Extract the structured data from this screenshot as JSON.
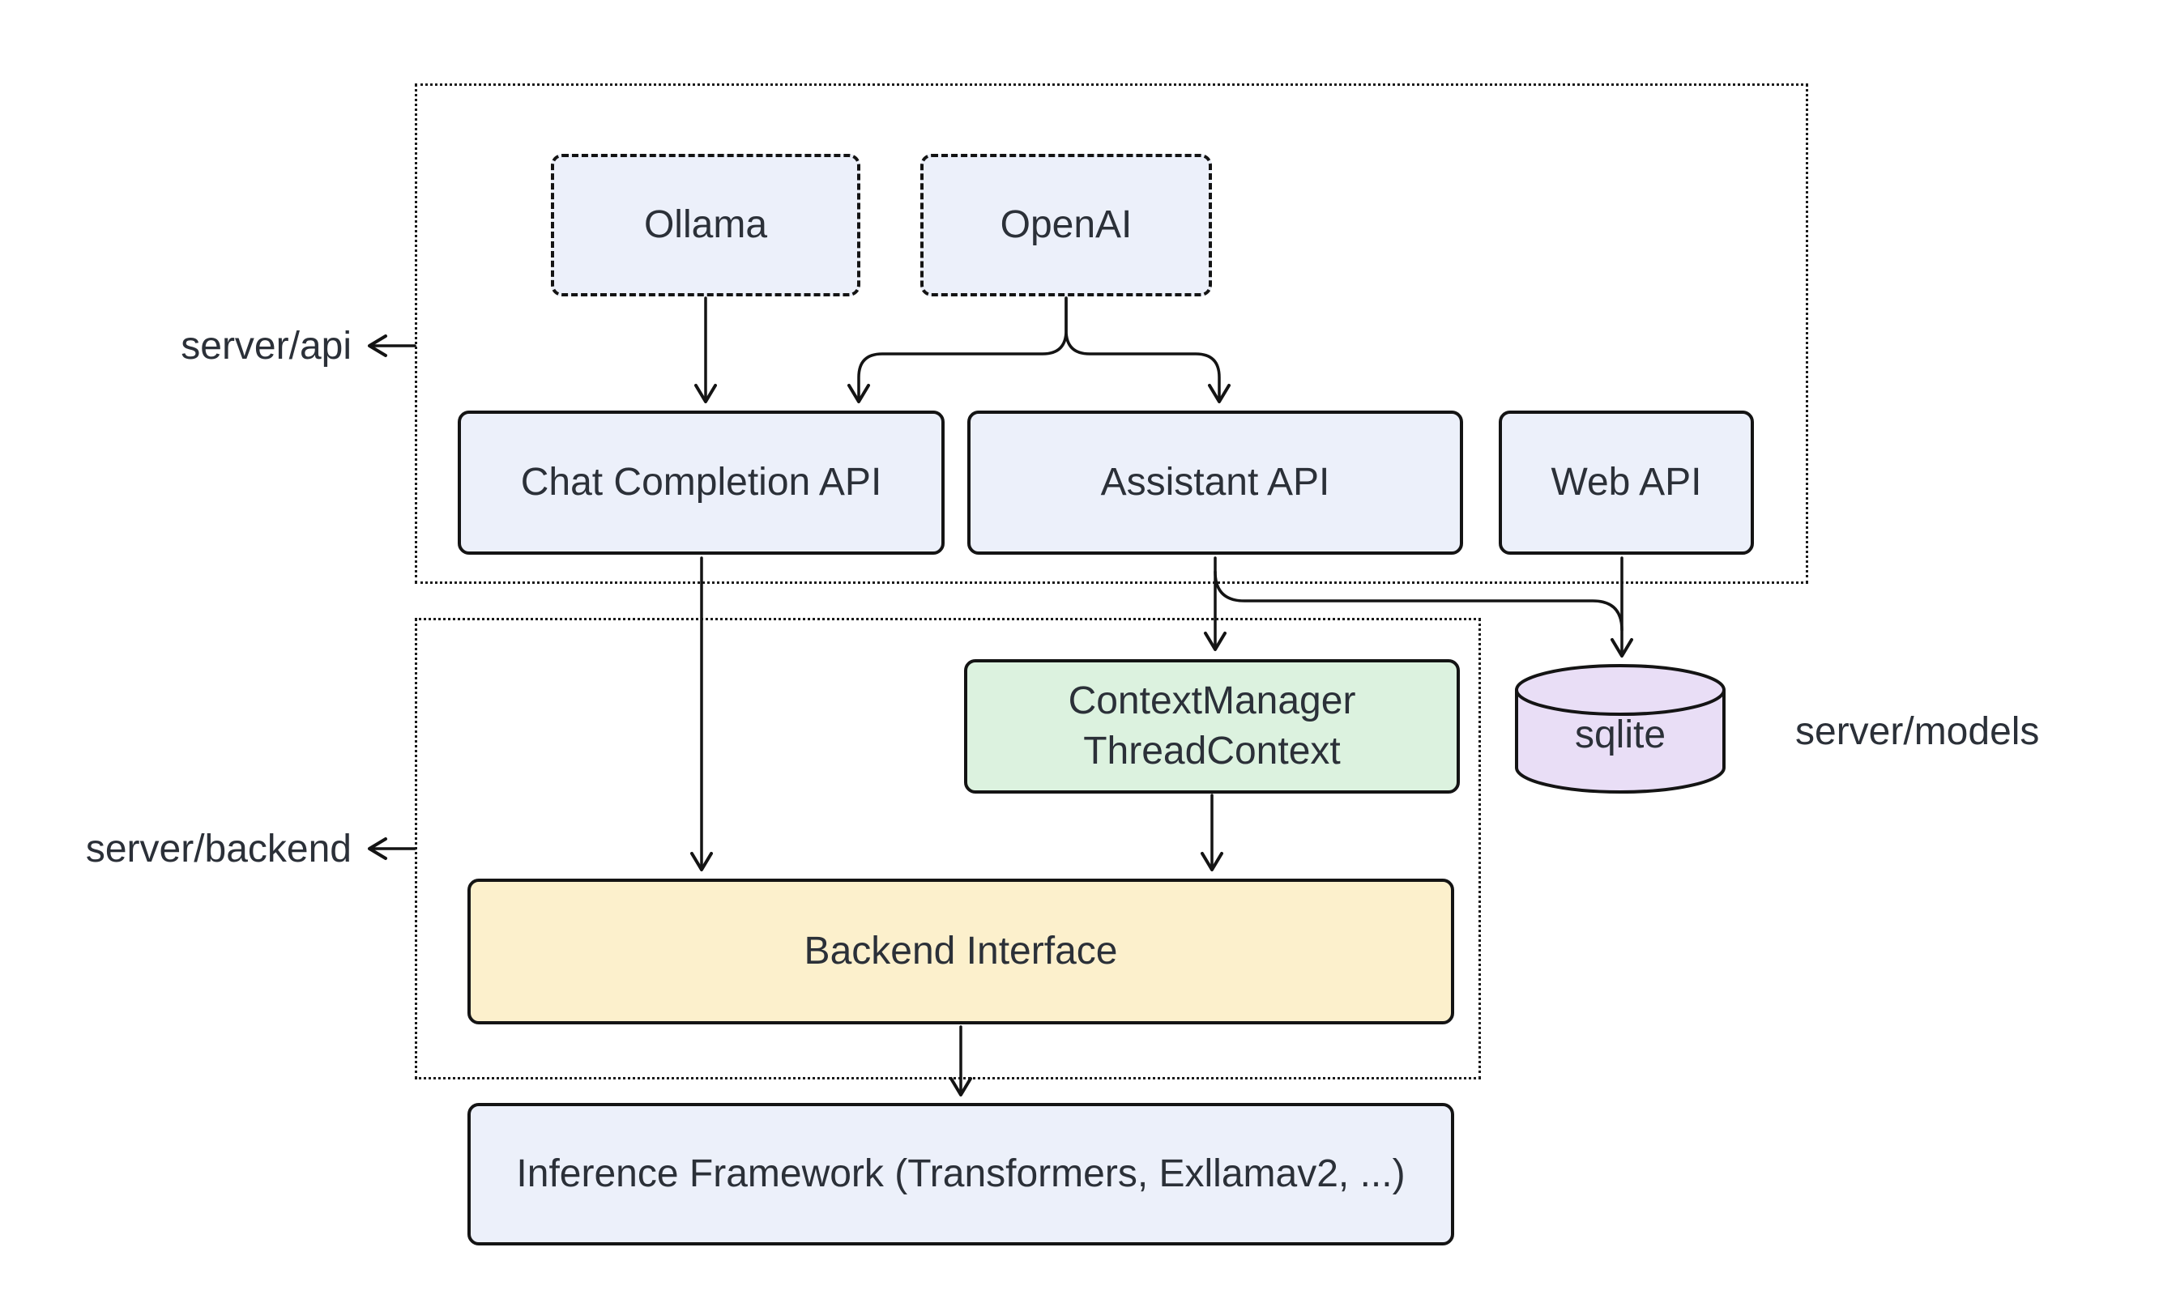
{
  "diagram": {
    "type": "architecture-flowchart",
    "background": "#ffffff",
    "groups": {
      "server_api": {
        "label": "server/api"
      },
      "server_backend": {
        "label": "server/backend"
      },
      "server_models": {
        "label": "server/models"
      }
    },
    "nodes": {
      "ollama": {
        "label": "Ollama",
        "fill": "#ecf0fa",
        "border_style": "dashed"
      },
      "openai": {
        "label": "OpenAI",
        "fill": "#ecf0fa",
        "border_style": "dashed"
      },
      "chat_completion": {
        "label": "Chat Completion API",
        "fill": "#ecf0fa",
        "border_style": "solid"
      },
      "assistant_api": {
        "label": "Assistant API",
        "fill": "#ecf0fa",
        "border_style": "solid"
      },
      "web_api": {
        "label": "Web API",
        "fill": "#ecf0fa",
        "border_style": "solid"
      },
      "context_manager": {
        "line1": "ContextManager",
        "line2": "ThreadContext",
        "fill": "#dcf2df",
        "border_style": "solid"
      },
      "backend_interface": {
        "label": "Backend Interface",
        "fill": "#fcf0cc",
        "border_style": "solid"
      },
      "inference": {
        "label": "Inference Framework (Transformers, Exllamav2, ...)",
        "fill": "#ecf0fa",
        "border_style": "solid"
      },
      "sqlite": {
        "label": "sqlite",
        "fill": "#e9def6",
        "shape": "cylinder"
      }
    },
    "edges": [
      {
        "from": "ollama",
        "to": "chat_completion"
      },
      {
        "from": "openai",
        "to": "chat_completion"
      },
      {
        "from": "openai",
        "to": "assistant_api"
      },
      {
        "from": "chat_completion",
        "to": "backend_interface"
      },
      {
        "from": "assistant_api",
        "to": "context_manager"
      },
      {
        "from": "assistant_api",
        "to": "sqlite"
      },
      {
        "from": "web_api",
        "to": "sqlite"
      },
      {
        "from": "context_manager",
        "to": "backend_interface"
      },
      {
        "from": "backend_interface",
        "to": "inference"
      }
    ],
    "colors": {
      "node_border": "#141414",
      "edge": "#141414",
      "text": "#2b3038",
      "group_border": "#1a1a1a"
    }
  }
}
